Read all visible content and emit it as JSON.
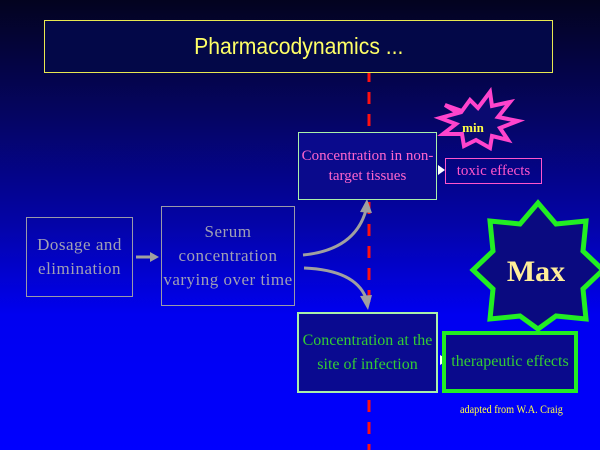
{
  "title": "Pharmacodynamics ...",
  "boxes": {
    "dosage": "Dosage and elimination",
    "serum": "Serum concentration varying over time",
    "nontarget": "Concentration in non-target tissues",
    "toxic": "toxic effects",
    "site": "Concentration at the site of infection",
    "therapeutic": "therapeutic effects"
  },
  "stars": {
    "min": "min",
    "max": "Max"
  },
  "credit": "adapted from W.A. Craig",
  "colors": {
    "title_border": "#e8e850",
    "title_text": "#ffff66",
    "divider": "#ff0000",
    "toxic": "#ff55cc",
    "therapeutic": "#22ee22",
    "neutral": "#a0a0b4"
  }
}
